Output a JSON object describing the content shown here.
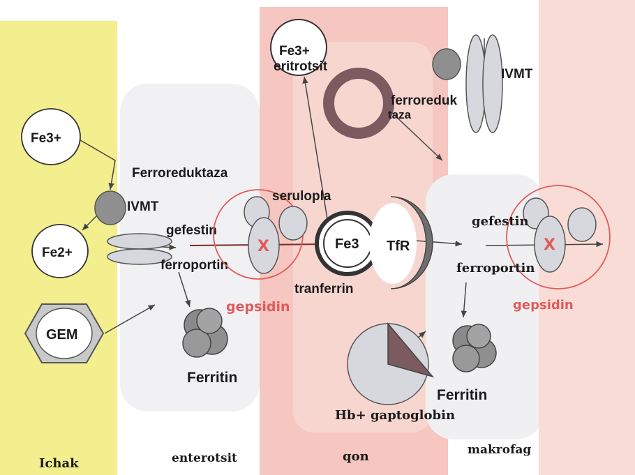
{
  "colors": {
    "intestine_band": "#f3ee8e",
    "blood_band": "#f6c6c0",
    "blood_band_light": "#f8d6d0",
    "macrophage_band": "#f9dcd6",
    "hepcidin_red": "#e25a5a",
    "gray_dark": "#8f8f8f",
    "gray_light": "#d6d8de",
    "ring_brown": "#7b5a60"
  },
  "labels": {
    "fe3_top": "Fe3+",
    "eritrotsit": "eritrotsit",
    "ferroreduktaza_top_1": "ferroreduk",
    "ferroreduktaza_top_2": "taza",
    "ivmt_top": "IVMT",
    "fe3_left": "Fe3+",
    "ferroreduktaza": "Ferroreduktaza",
    "ivmt_left": "IVMT",
    "fe2": "Fe2+",
    "gefestin_left": "gefestin",
    "ferroportin_left": "ferroportin",
    "gem": "GEM",
    "ferritin_left": "Ferritin",
    "serulopla": "serulopla",
    "x_left": "X",
    "gepsidin_left": "gepsidin",
    "fe3_center": "Fe3",
    "tfr": "TfR",
    "tranferrin": "tranferrin",
    "gefestin_right": "gefestin",
    "x_right": "X",
    "ferroportin_right": "ferroportin",
    "gepsidin_right": "gepsidin",
    "ferritin_right": "Ferritin",
    "hb_gaptoglobin": "Hb+ gaptoglobin"
  },
  "regions": {
    "ichak": "Ichak",
    "enterotsit": "enterotsit",
    "qon": "qon",
    "makrofag": "makrofag"
  }
}
